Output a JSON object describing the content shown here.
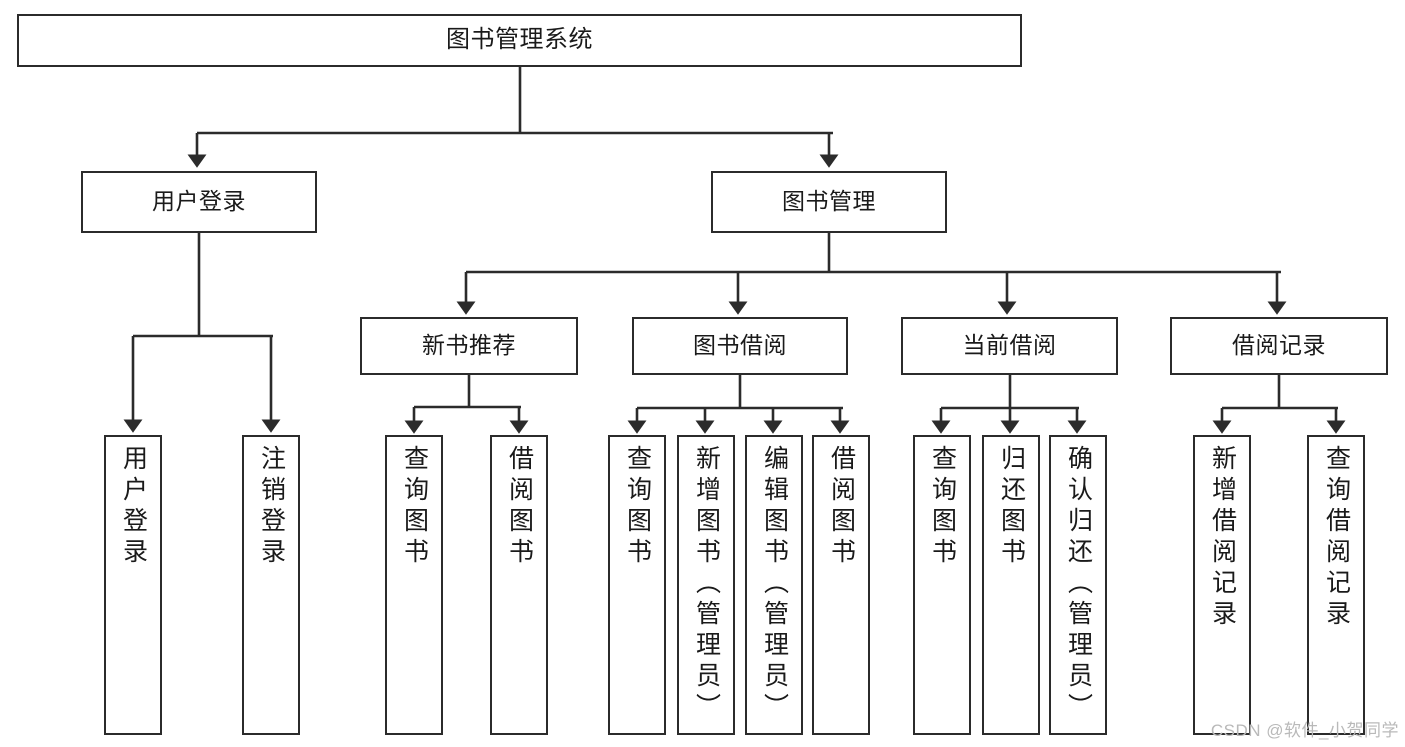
{
  "diagram": {
    "type": "tree",
    "title": "图书管理系统",
    "watermark": "CSDN @软件_小贺同学",
    "colors": {
      "box_stroke": "#2b2b2b",
      "box_fill": "#ffffff",
      "edge": "#2b2b2b",
      "text": "#1a1a1a",
      "watermark": "#b9b9b9"
    },
    "nodes": {
      "root": {
        "label": "图书管理系统"
      },
      "level2": [
        {
          "id": "user-login",
          "label": "用户登录"
        },
        {
          "id": "book-manage",
          "label": "图书管理"
        }
      ],
      "level3": [
        {
          "id": "new-book-recommend",
          "label": "新书推荐"
        },
        {
          "id": "book-borrow",
          "label": "图书借阅"
        },
        {
          "id": "current-borrow",
          "label": "当前借阅"
        },
        {
          "id": "borrow-record",
          "label": "借阅记录"
        }
      ],
      "leaves": [
        {
          "id": "leaf-user-login",
          "label": "用户登录"
        },
        {
          "id": "leaf-user-logout",
          "label": "注销登录"
        },
        {
          "id": "leaf-query-book-1",
          "label": "查询图书"
        },
        {
          "id": "leaf-borrow-book-1",
          "label": "借阅图书"
        },
        {
          "id": "leaf-query-book-2",
          "label": "查询图书"
        },
        {
          "id": "leaf-add-book",
          "label": "新增图书（管理员）"
        },
        {
          "id": "leaf-edit-book",
          "label": "编辑图书（管理员）"
        },
        {
          "id": "leaf-borrow-book-2",
          "label": "借阅图书"
        },
        {
          "id": "leaf-query-book-3",
          "label": "查询图书"
        },
        {
          "id": "leaf-return-book",
          "label": "归还图书"
        },
        {
          "id": "leaf-confirm-return",
          "label": "确认归还（管理员）"
        },
        {
          "id": "leaf-add-record",
          "label": "新增借阅记录"
        },
        {
          "id": "leaf-query-record",
          "label": "查询借阅记录"
        }
      ]
    },
    "edges": [
      {
        "from": "root",
        "to": "user-login"
      },
      {
        "from": "root",
        "to": "book-manage"
      },
      {
        "from": "user-login",
        "to": "leaf-user-login"
      },
      {
        "from": "user-login",
        "to": "leaf-user-logout"
      },
      {
        "from": "book-manage",
        "to": "new-book-recommend"
      },
      {
        "from": "book-manage",
        "to": "book-borrow"
      },
      {
        "from": "book-manage",
        "to": "current-borrow"
      },
      {
        "from": "book-manage",
        "to": "borrow-record"
      },
      {
        "from": "new-book-recommend",
        "to": "leaf-query-book-1"
      },
      {
        "from": "new-book-recommend",
        "to": "leaf-borrow-book-1"
      },
      {
        "from": "book-borrow",
        "to": "leaf-query-book-2"
      },
      {
        "from": "book-borrow",
        "to": "leaf-add-book"
      },
      {
        "from": "book-borrow",
        "to": "leaf-edit-book"
      },
      {
        "from": "book-borrow",
        "to": "leaf-borrow-book-2"
      },
      {
        "from": "current-borrow",
        "to": "leaf-query-book-3"
      },
      {
        "from": "current-borrow",
        "to": "leaf-return-book"
      },
      {
        "from": "current-borrow",
        "to": "leaf-confirm-return"
      },
      {
        "from": "borrow-record",
        "to": "leaf-add-record"
      },
      {
        "from": "borrow-record",
        "to": "leaf-query-record"
      }
    ]
  }
}
